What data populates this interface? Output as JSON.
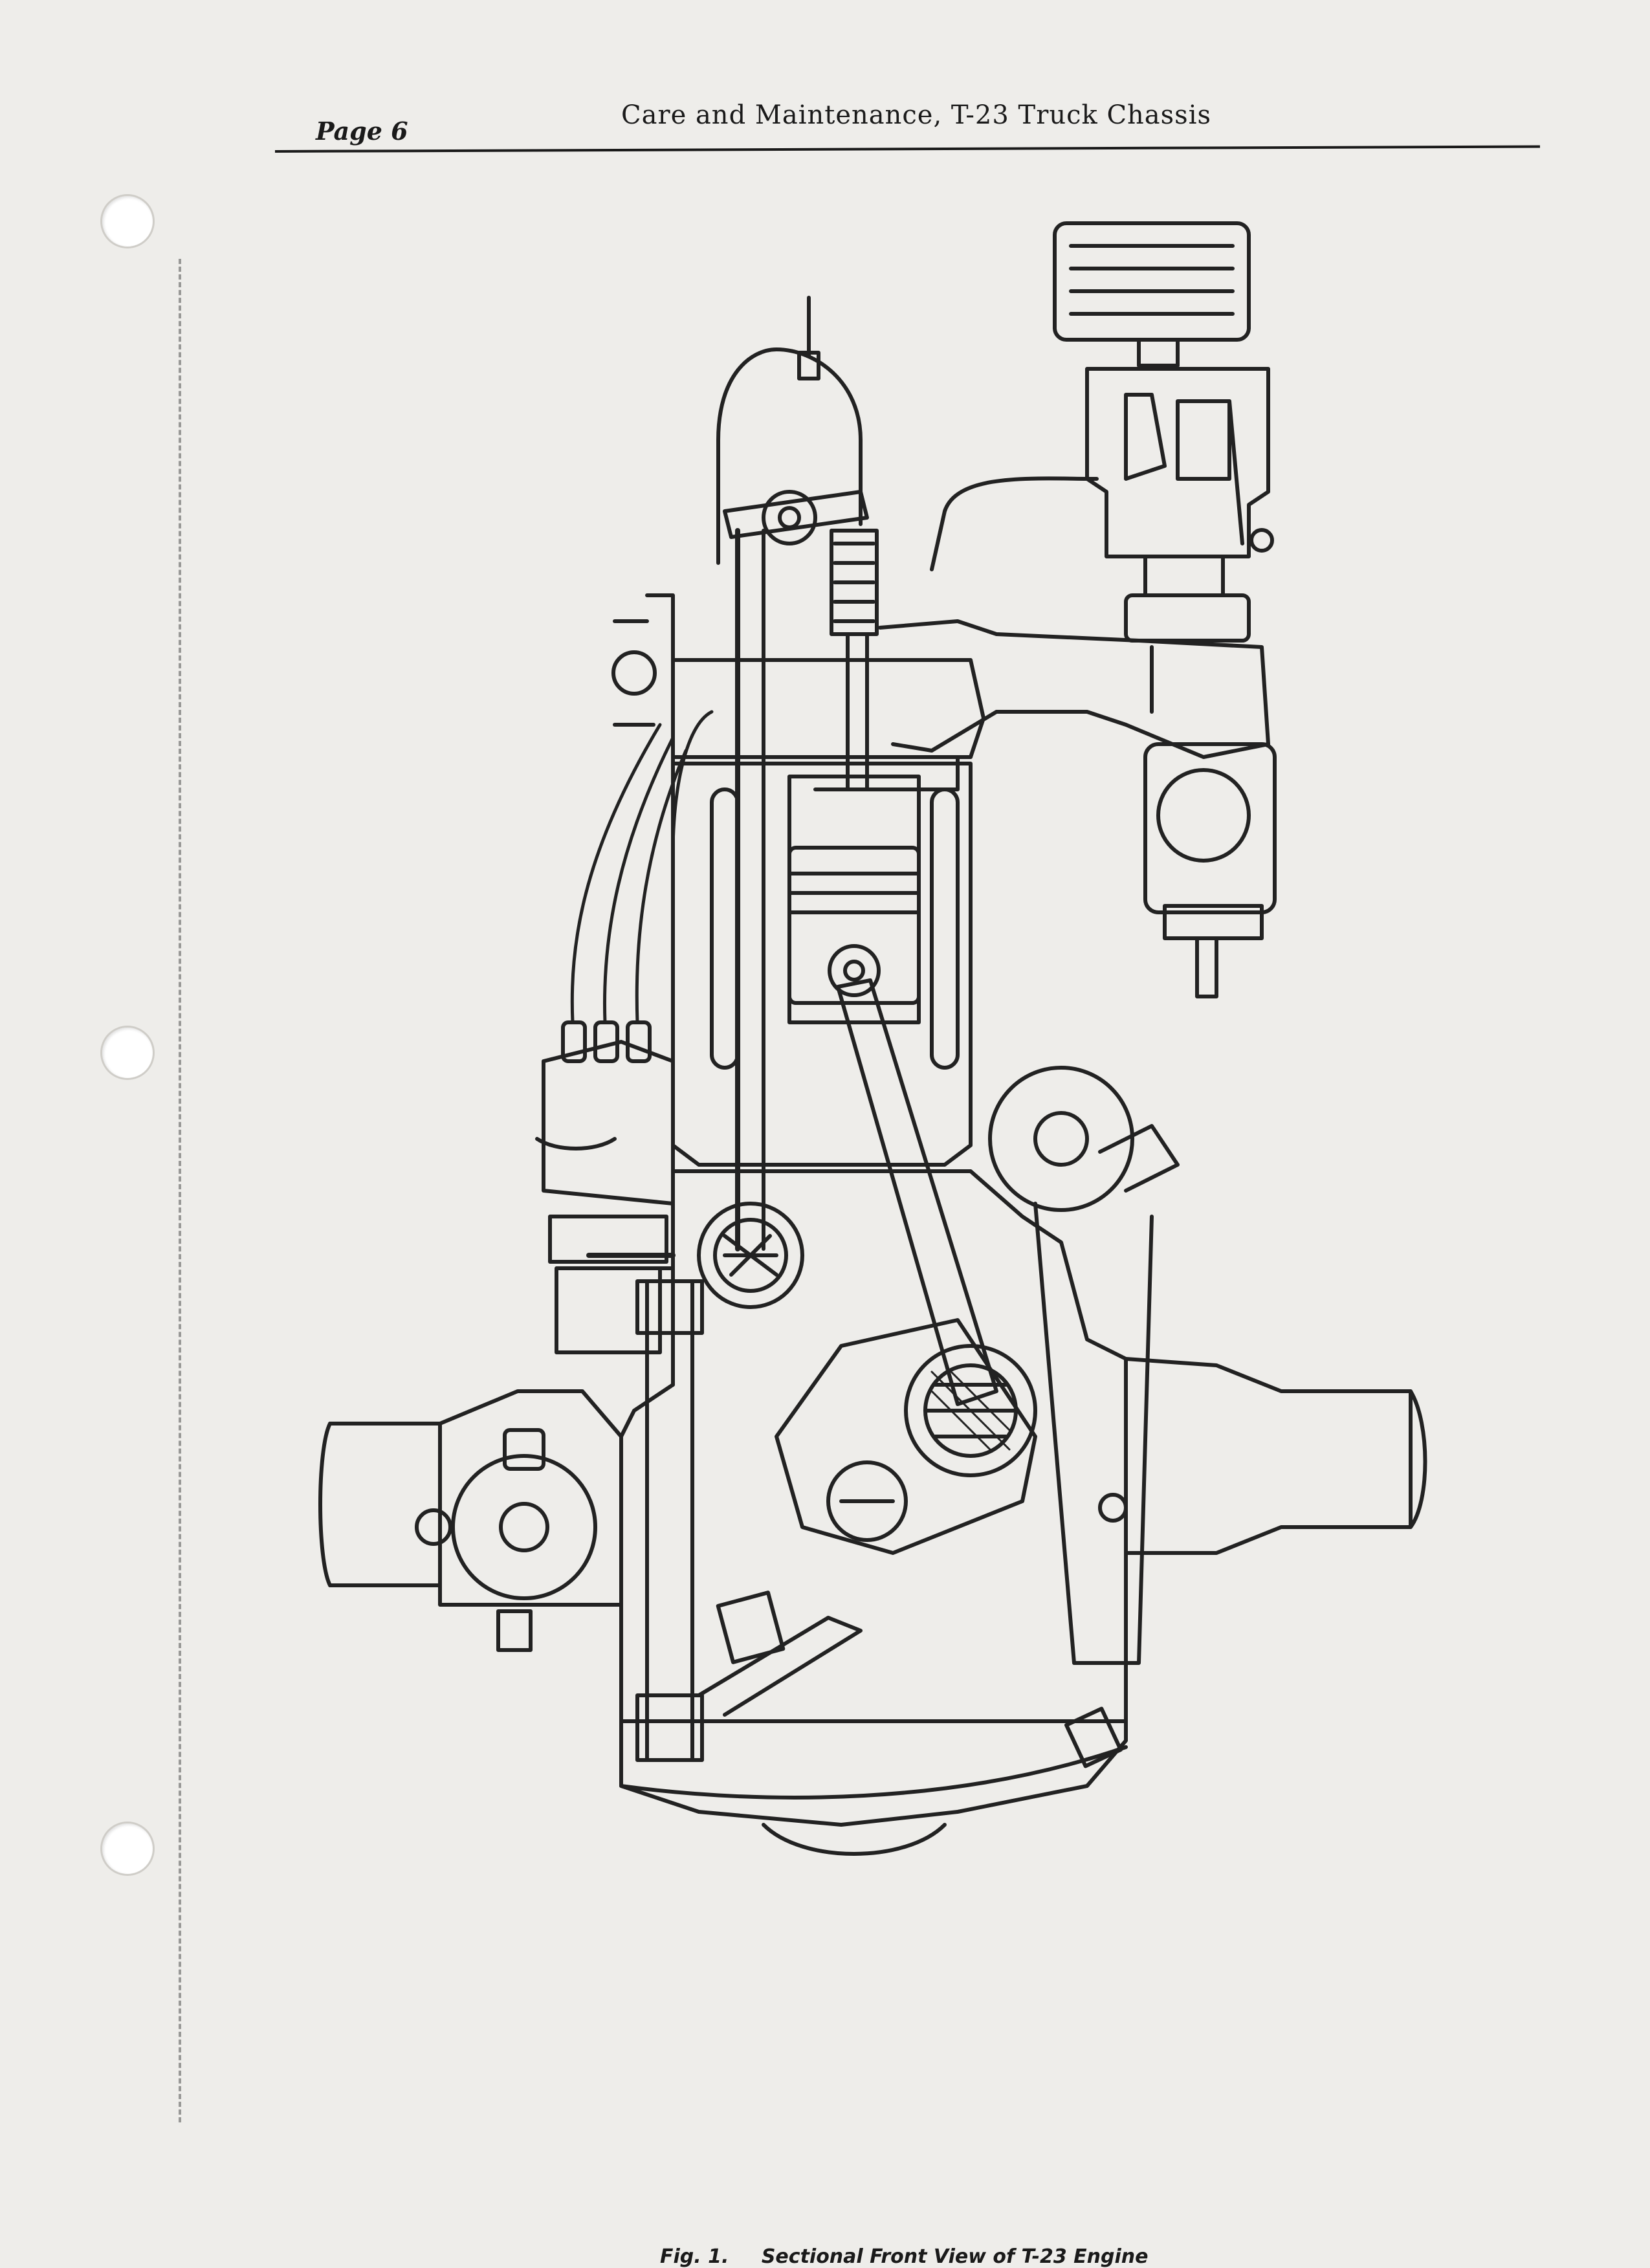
{
  "header": {
    "page_number": "Page 6",
    "running_title": "Care and Maintenance, T-23 Truck Chassis"
  },
  "figure": {
    "label": "Fig. 1.",
    "caption": "Sectional Front View of T-23 Engine"
  }
}
